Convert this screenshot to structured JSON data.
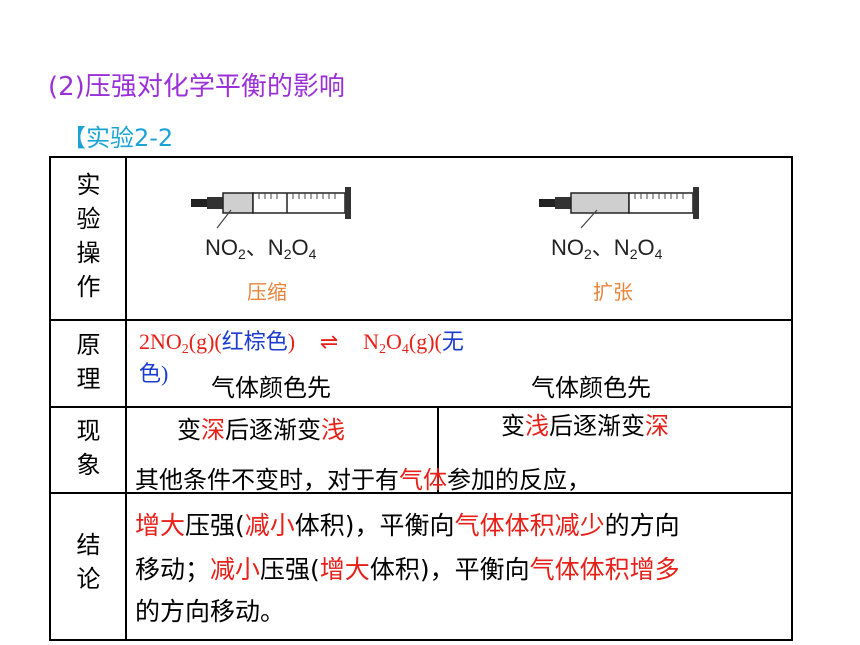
{
  "heading": "(2)压强对化学平衡的影响",
  "experiment_label": "【实验2-2",
  "row_headers": {
    "operation": [
      "实",
      "验",
      "操",
      "作"
    ],
    "principle": [
      "原",
      "理"
    ],
    "phenomenon": [
      "现",
      "象"
    ],
    "conclusion": [
      "结",
      "论"
    ]
  },
  "operation": {
    "left_label_a": "NO",
    "left_label_sub": "2",
    "left_label_b": "、N",
    "left_label_sub2": "2",
    "left_label_c": "O",
    "left_label_sub3": "4",
    "left_action": "压缩",
    "right_action": "扩张"
  },
  "principle": {
    "eq_part1": "2NO",
    "eq_sub1": "2",
    "eq_part2": "(g)(",
    "eq_color1": "红棕色",
    "eq_part3": ")",
    "eq_arrow": "⇌",
    "eq_part4": "N",
    "eq_sub2": "2",
    "eq_part5": "O",
    "eq_sub3": "4",
    "eq_part6": "(g)(",
    "eq_color2_a": "无",
    "eq_color2_b": "色",
    "eq_part7": ")"
  },
  "phenomenon": {
    "left_line1": "气体颜色先",
    "left_a": "变",
    "left_b": "深",
    "left_c": "后逐渐变",
    "left_d": "浅",
    "right_line1": "气体颜色先",
    "right_a": "变",
    "right_b": "浅",
    "right_c": "后逐渐变",
    "right_d": "深"
  },
  "conclusion": {
    "l1_a": "其他条件不变时，对于有",
    "l1_b": "气体",
    "l1_c": "参加的反应，",
    "l2_a": "增大",
    "l2_b": "压强(",
    "l2_c": "减小",
    "l2_d": "体积)，平衡向",
    "l2_e": "气体体积",
    "l2_f": "减少",
    "l2_g": "的方向",
    "l3_a": "移动；",
    "l3_b": "减小",
    "l3_c": "压强(",
    "l3_d": "增大",
    "l3_e": "体积)，平衡向",
    "l3_f": "气体体积",
    "l3_g": "增多",
    "l4_a": "的方向移动。"
  },
  "colors": {
    "heading": "#9b30d9",
    "label": "#1aa3d6",
    "emphasis": "#e8201a",
    "equation": "#1a3ccf",
    "action": "#e8833a"
  }
}
